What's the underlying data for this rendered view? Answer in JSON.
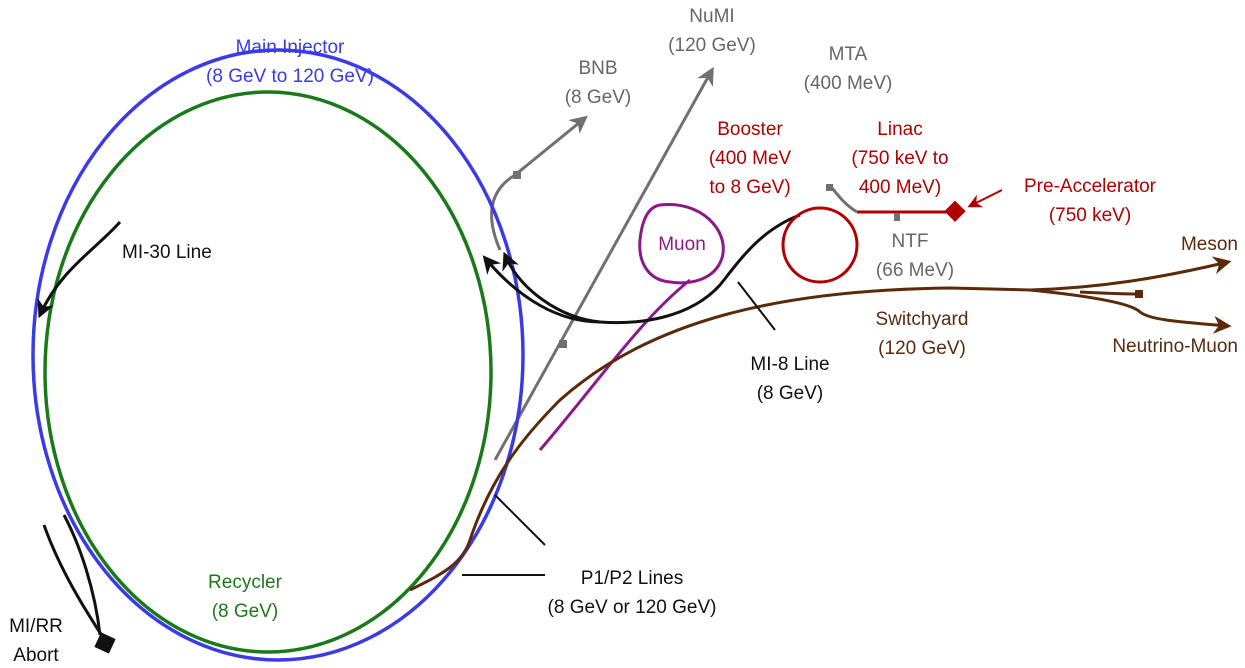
{
  "labels": {
    "main_injector": {
      "name": "Main Injector",
      "energy": "(8 GeV to 120 GeV)"
    },
    "recycler": {
      "name": "Recycler",
      "energy": "(8 GeV)"
    },
    "bnb": {
      "name": "BNB",
      "energy": "(8 GeV)"
    },
    "numi": {
      "name": "NuMI",
      "energy": "(120 GeV)"
    },
    "mta": {
      "name": "MTA",
      "energy": "(400 MeV)"
    },
    "booster": {
      "line1": "Booster",
      "line2": "(400 MeV",
      "line3": "to 8 GeV)"
    },
    "linac": {
      "line1": "Linac",
      "line2": "(750 keV to",
      "line3": "400 MeV)"
    },
    "pre_accelerator": {
      "name": "Pre-Accelerator",
      "energy": "(750 keV)"
    },
    "muon": "Muon",
    "mi30": "MI-30 Line",
    "ntf": {
      "name": "NTF",
      "energy": "(66 MeV)"
    },
    "meson": "Meson",
    "neutrino_muon": "Neutrino-Muon",
    "switchyard": {
      "name": "Switchyard",
      "energy": "(120 GeV)"
    },
    "mi8": {
      "name": "MI-8 Line",
      "energy": "(8 GeV)"
    },
    "p1p2": {
      "name": "P1/P2 Lines",
      "energy": "(8 GeV or 120 GeV)"
    },
    "abort": {
      "line1": "MI/RR",
      "line2": "Abort"
    }
  },
  "colors": {
    "main_injector": "#3a3ae6",
    "recycler": "#1a7a1a",
    "beamlines_gray": "#707070",
    "linac_booster": "#b00000",
    "muon": "#8a1a8a",
    "switchyard": "#5a2a0a",
    "mi_lines": "#111111"
  }
}
